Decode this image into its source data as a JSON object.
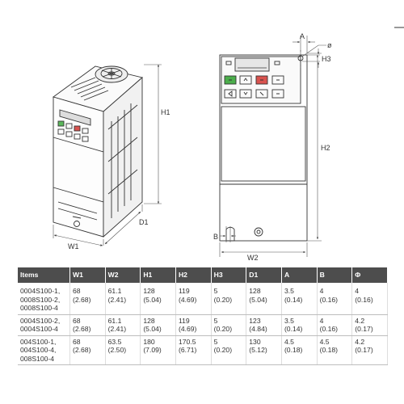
{
  "drawing": {
    "dimension_labels": {
      "a": "A",
      "phi": "ø",
      "h3": "H3",
      "h1": "H1",
      "h2": "H2",
      "d1": "D1",
      "w1": "W1",
      "w2": "W2",
      "b": "B"
    }
  },
  "table": {
    "headers": [
      "Items",
      "W1",
      "W2",
      "H1",
      "H2",
      "H3",
      "D1",
      "A",
      "B",
      "Φ"
    ],
    "rows": [
      {
        "items": [
          "0004S100-1,",
          "0008S100-2,",
          "0008S100-4"
        ],
        "cells": [
          [
            "68",
            "(2.68)"
          ],
          [
            "61.1",
            "(2.41)"
          ],
          [
            "128",
            "(5.04)"
          ],
          [
            "119",
            "(4.69)"
          ],
          [
            "5",
            "(0.20)"
          ],
          [
            "128",
            "(5.04)"
          ],
          [
            "3.5",
            "(0.14)"
          ],
          [
            "4",
            "(0.16)"
          ],
          [
            "4",
            "(0.16)"
          ]
        ]
      },
      {
        "items": [
          "0004S100-2,",
          "0004S100-4"
        ],
        "cells": [
          [
            "68",
            "(2.68)"
          ],
          [
            "61.1",
            "(2.41)"
          ],
          [
            "128",
            "(5.04)"
          ],
          [
            "119",
            "(4.69)"
          ],
          [
            "5",
            "(0.20)"
          ],
          [
            "123",
            "(4.84)"
          ],
          [
            "3.5",
            "(0.14)"
          ],
          [
            "4",
            "(0.16)"
          ],
          [
            "4.2",
            "(0.17)"
          ]
        ]
      },
      {
        "items": [
          "004S100-1,",
          "004S100-4,",
          "008S100-4"
        ],
        "cells": [
          [
            "68",
            "(2.68)"
          ],
          [
            "63.5",
            "(2.50)"
          ],
          [
            "180",
            "(7.09)"
          ],
          [
            "170.5",
            "(6.71)"
          ],
          [
            "5",
            "(0.20)"
          ],
          [
            "130",
            "(5.12)"
          ],
          [
            "4.5",
            "(0.18)"
          ],
          [
            "4.5",
            "(0.18)"
          ],
          [
            "4.2",
            "(0.17)"
          ]
        ]
      }
    ]
  }
}
